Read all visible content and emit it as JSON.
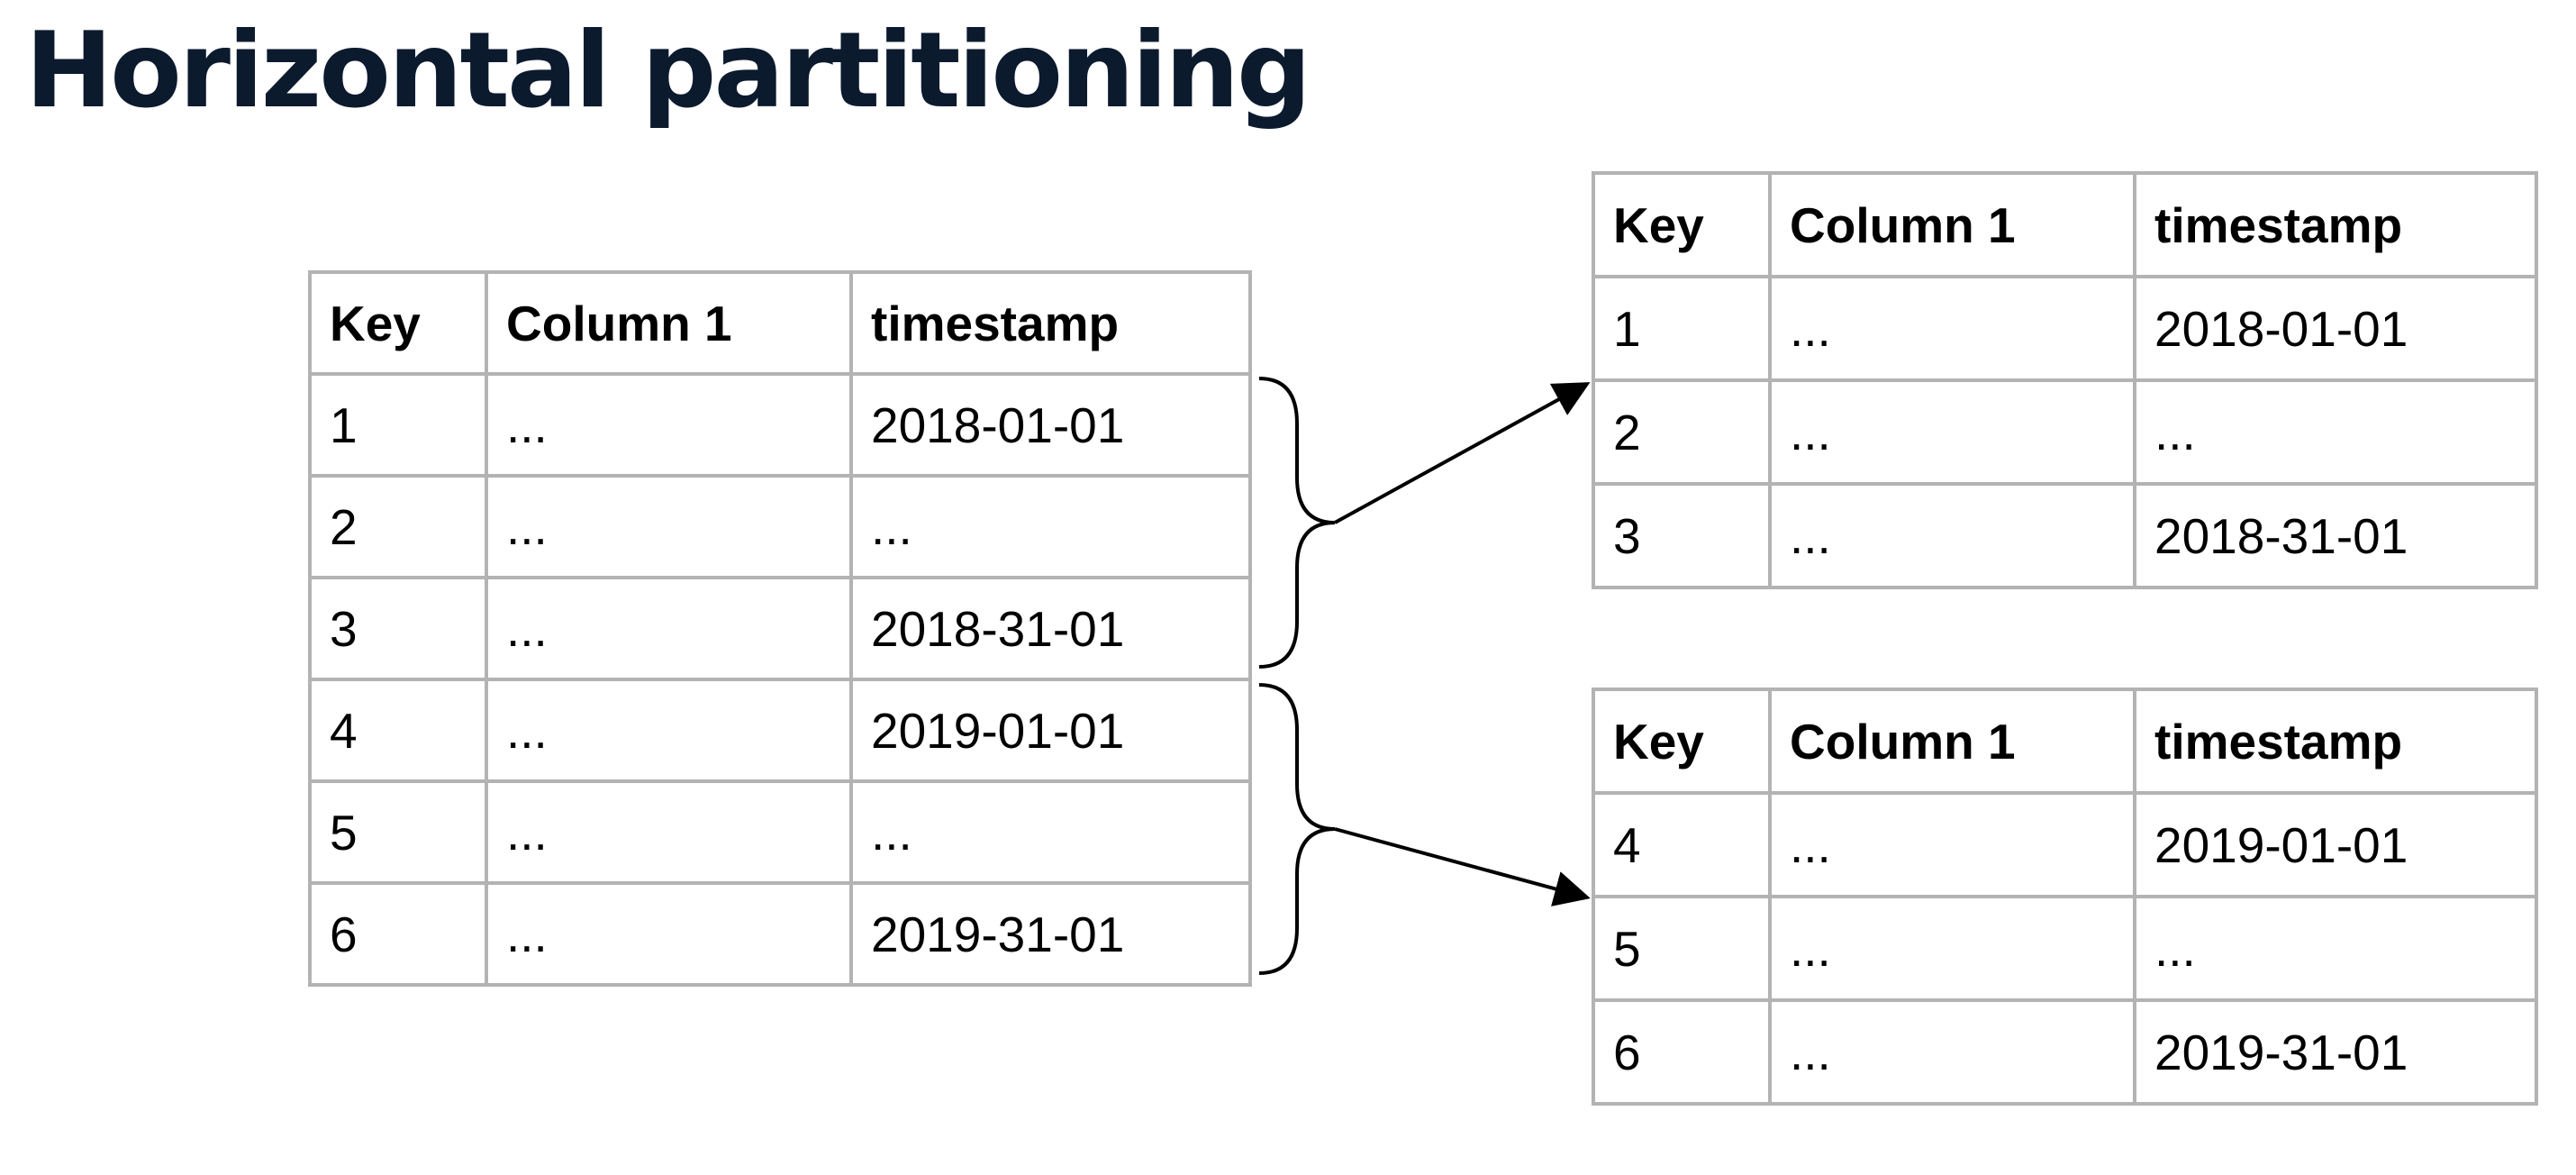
{
  "title": "Horizontal partitioning",
  "source_table": {
    "headers": [
      "Key",
      "Column 1",
      "timestamp"
    ],
    "rows": [
      [
        "1",
        "...",
        "2018-01-01"
      ],
      [
        "2",
        "...",
        "..."
      ],
      [
        "3",
        "...",
        "2018-31-01"
      ],
      [
        "4",
        "...",
        "2019-01-01"
      ],
      [
        "5",
        "...",
        "..."
      ],
      [
        "6",
        "...",
        "2019-31-01"
      ]
    ]
  },
  "partitions": [
    {
      "headers": [
        "Key",
        "Column 1",
        "timestamp"
      ],
      "rows": [
        [
          "1",
          "...",
          "2018-01-01"
        ],
        [
          "2",
          "...",
          "..."
        ],
        [
          "3",
          "...",
          "2018-31-01"
        ]
      ]
    },
    {
      "headers": [
        "Key",
        "Column 1",
        "timestamp"
      ],
      "rows": [
        [
          "4",
          "...",
          "2019-01-01"
        ],
        [
          "5",
          "...",
          "..."
        ],
        [
          "6",
          "...",
          "2019-31-01"
        ]
      ]
    }
  ],
  "colors": {
    "title": "#0c1a2e",
    "table_border": "#000000",
    "cell_border": "#b3b3b3",
    "connector": "#000000"
  }
}
